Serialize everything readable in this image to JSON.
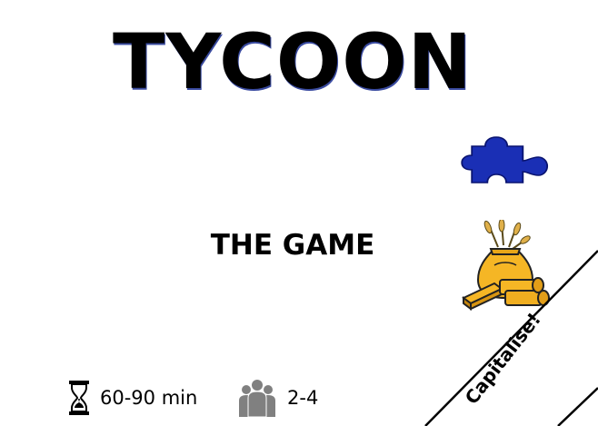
{
  "card": {
    "title": "TYCOON",
    "subtitle": "THE GAME",
    "banner_text": "Capitalise!",
    "play_time": "60-90 min",
    "player_count": "2-4",
    "icons": {
      "resource": "puzzle-piece-icon",
      "money": "money-sack-icon",
      "time": "hourglass-icon",
      "players": "players-icon"
    },
    "colors": {
      "puzzle": "#1a2fb5",
      "sack": "#f5b625",
      "players_icon": "#808080"
    }
  }
}
